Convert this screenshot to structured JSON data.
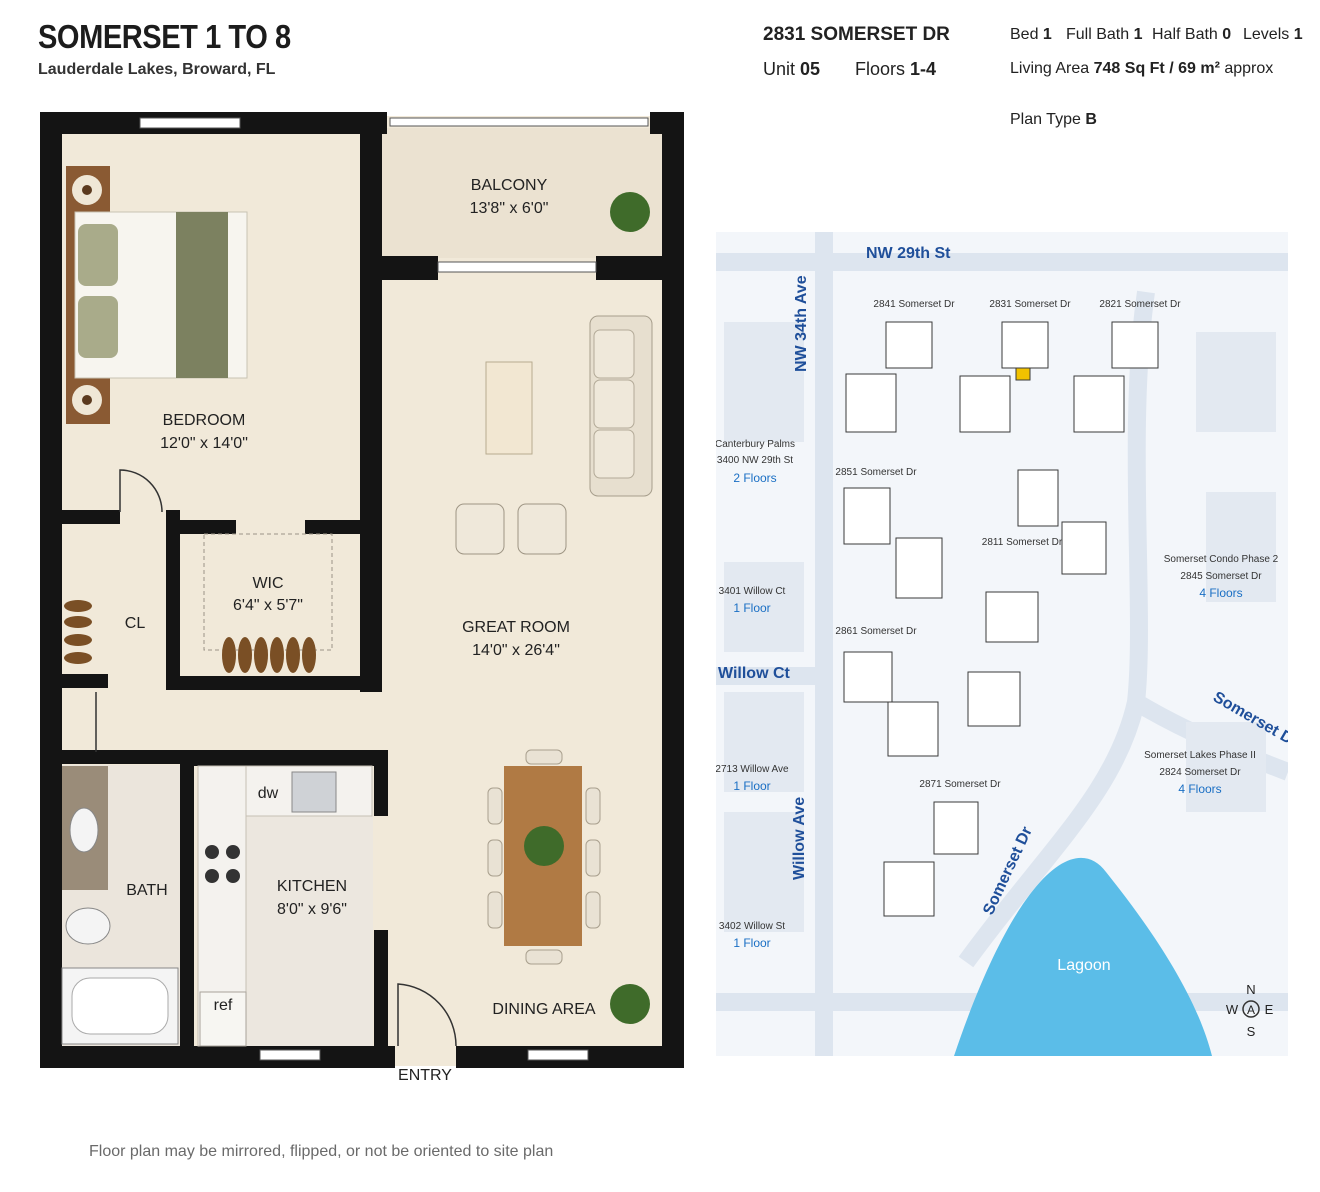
{
  "header": {
    "title": "SOMERSET 1 TO 8",
    "subtitle": "Lauderdale Lakes, Broward, FL",
    "address": "2831 SOMERSET DR",
    "unit_label": "Unit",
    "unit_value": "05",
    "floors_label": "Floors",
    "floors_value": "1-4",
    "bed_label": "Bed",
    "bed_value": "1",
    "full_bath_label": "Full Bath",
    "full_bath_value": "1",
    "half_bath_label": "Half Bath",
    "half_bath_value": "0",
    "levels_label": "Levels",
    "levels_value": "1",
    "living_area_label": "Living Area",
    "living_area_value": "748 Sq Ft / 69 m²",
    "living_area_suffix": "approx",
    "plan_type_label": "Plan Type",
    "plan_type_value": "B"
  },
  "floor_plan": {
    "rooms": [
      {
        "name": "BALCONY",
        "size": "13'8\" x 6'0\""
      },
      {
        "name": "BEDROOM",
        "size": "12'0\" x 14'0\""
      },
      {
        "name": "WIC",
        "size": "6'4\" x 5'7\""
      },
      {
        "name": "CL",
        "size": ""
      },
      {
        "name": "GREAT ROOM",
        "size": "14'0\" x 26'4\""
      },
      {
        "name": "BATH",
        "size": ""
      },
      {
        "name": "KITCHEN",
        "size": "8'0\" x 9'6\""
      },
      {
        "name": "DINING AREA",
        "size": ""
      }
    ],
    "fixtures": {
      "dishwasher": "dw",
      "refrigerator": "ref"
    },
    "entry": "ENTRY"
  },
  "site_map": {
    "streets": [
      "NW 29th St",
      "NW 34th Ave",
      "Willow Ct",
      "Willow Ave",
      "Somerset Dr",
      "Somerset Dr"
    ],
    "water": "Lagoon",
    "compass": {
      "n": "N",
      "s": "S",
      "e": "E",
      "w": "W",
      "center": "A"
    },
    "buildings": [
      {
        "label": "2841 Somerset Dr"
      },
      {
        "label": "2831 Somerset Dr"
      },
      {
        "label": "2821 Somerset Dr"
      },
      {
        "label": "2851 Somerset Dr"
      },
      {
        "label": "2811 Somerset Dr"
      },
      {
        "label": "2861 Somerset Dr"
      },
      {
        "label": "2871 Somerset Dr"
      }
    ],
    "neighbors": [
      {
        "name": "Canterbury Palms",
        "address": "3400 NW 29th St",
        "floors": "2 Floors"
      },
      {
        "name": "",
        "address": "3401 Willow Ct",
        "floors": "1 Floor"
      },
      {
        "name": "",
        "address": "2713 Willow Ave",
        "floors": "1 Floor"
      },
      {
        "name": "",
        "address": "3402 Willow St",
        "floors": "1 Floor"
      },
      {
        "name": "Somerset Condo Phase 2",
        "address": "2845 Somerset Dr",
        "floors": "4 Floors"
      },
      {
        "name": "Somerset Lakes Phase II",
        "address": "2824 Somerset Dr",
        "floors": "4 Floors"
      }
    ],
    "highlight_color": "#f2c200"
  },
  "footer": {
    "disclaimer": "Floor plan may be mirrored, flipped, or not be oriented to site plan"
  },
  "colors": {
    "wall": "#141414",
    "floor": "#f1e9d9",
    "lagoon": "#5bbde8",
    "map_bg": "#f3f6fa",
    "road": "#dde5ef",
    "street_text": "#1f4f9a"
  }
}
